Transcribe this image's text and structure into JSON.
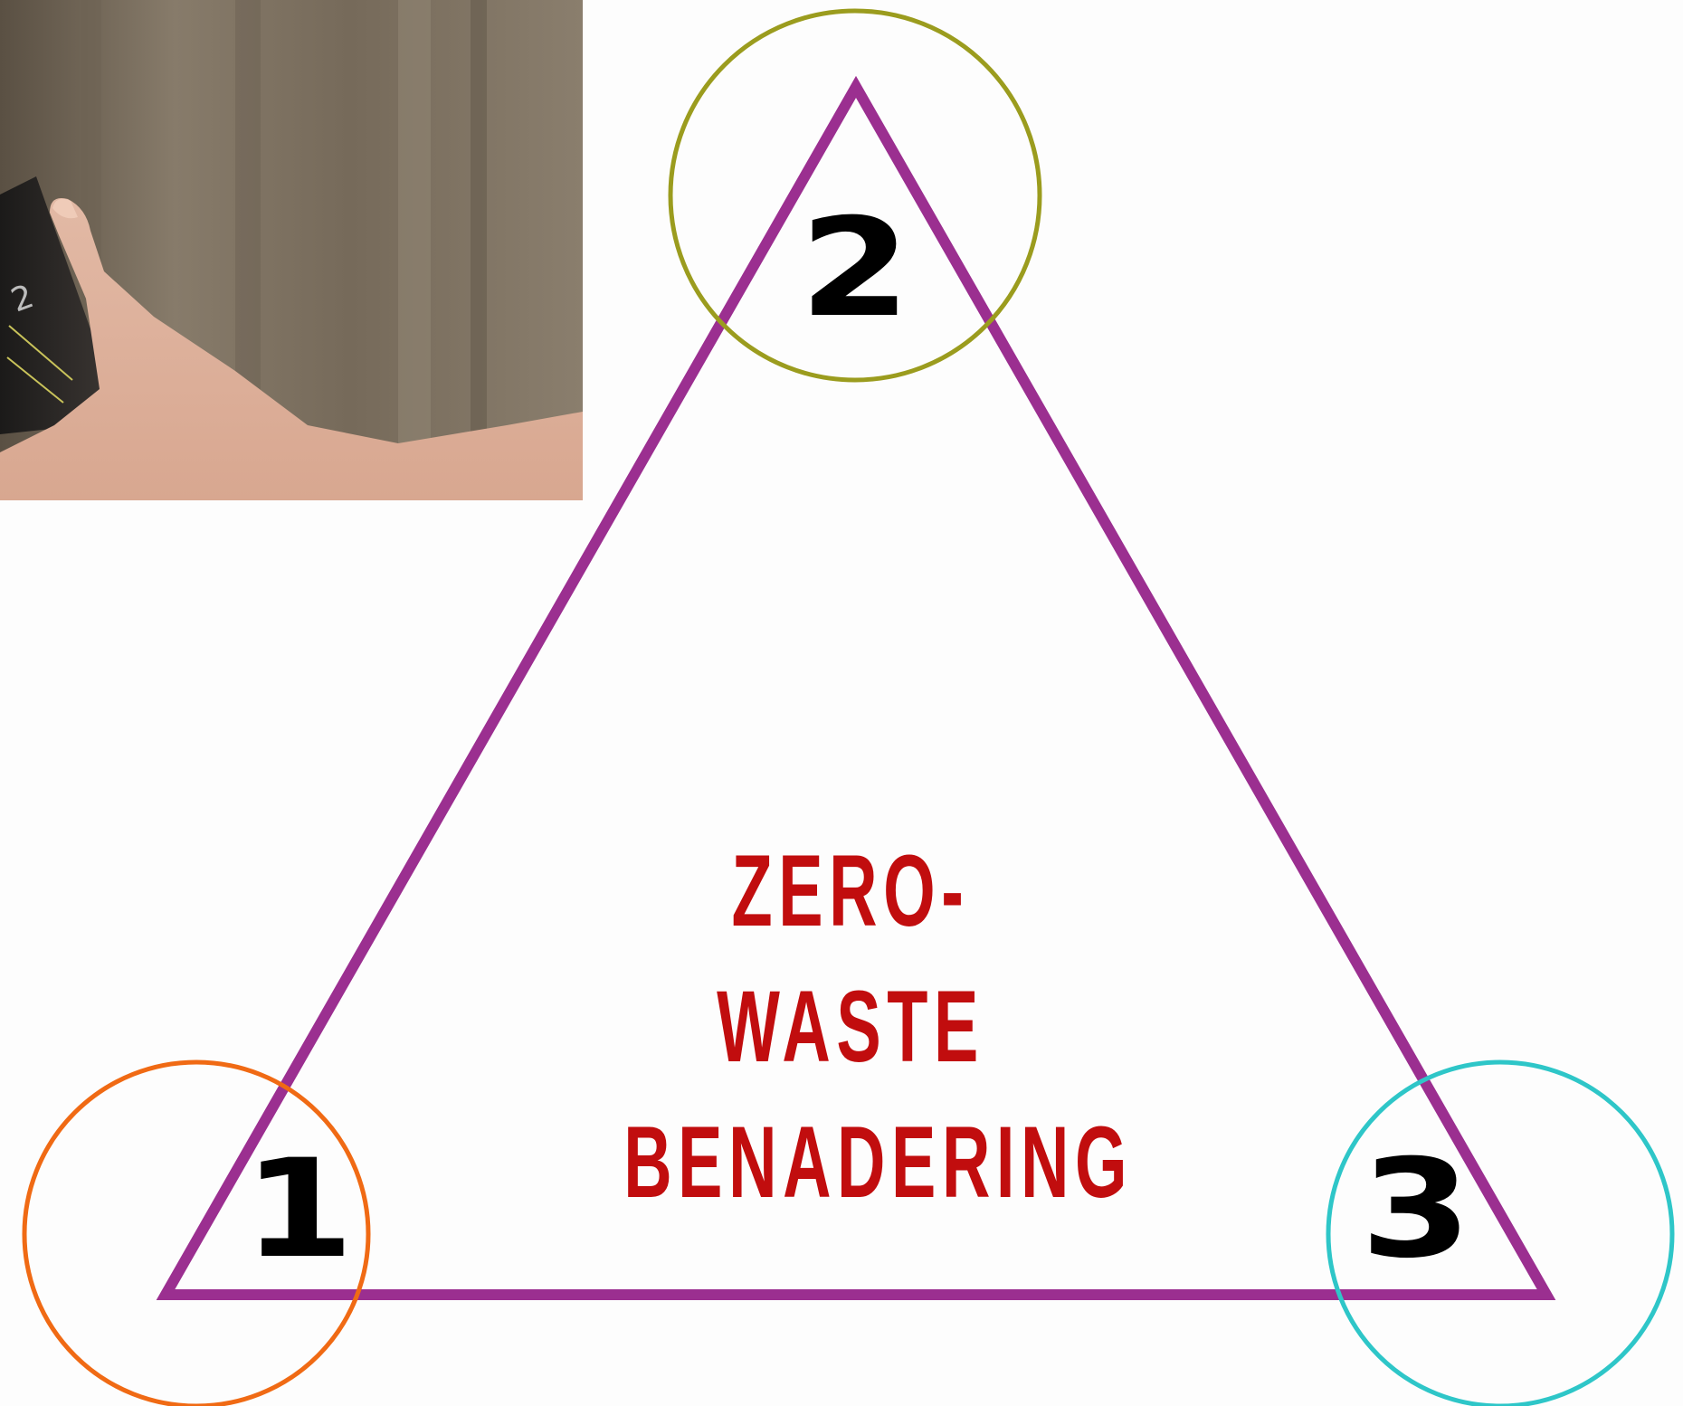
{
  "colors": {
    "triangle": "#9b2f90",
    "circle_1": "#f06a14",
    "circle_2": "#9b9c1e",
    "circle_3": "#2ec6c8",
    "title": "#c10d0e",
    "numbers": "#000000"
  },
  "diagram": {
    "title_line_1": "ZERO-WASTE",
    "title_line_2": "BENADERING",
    "nodes": [
      {
        "label": "1"
      },
      {
        "label": "2"
      },
      {
        "label": "3"
      }
    ]
  },
  "photo": {
    "subject": "hand holding a dark product bottle"
  }
}
